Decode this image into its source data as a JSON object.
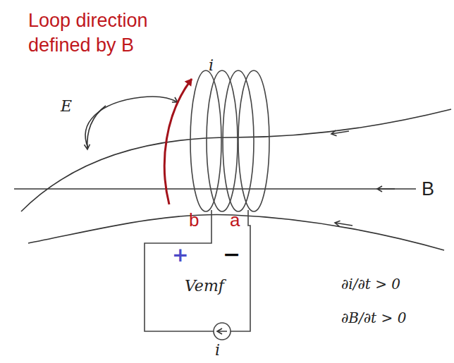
{
  "diagram": {
    "labels": [
      "Loop direction defined by B",
      "i",
      "E",
      "B",
      "b",
      "a",
      "+",
      "−",
      "Vemf",
      "i",
      "∂i/∂t > 0",
      "∂B/∂t > 0"
    ]
  }
}
